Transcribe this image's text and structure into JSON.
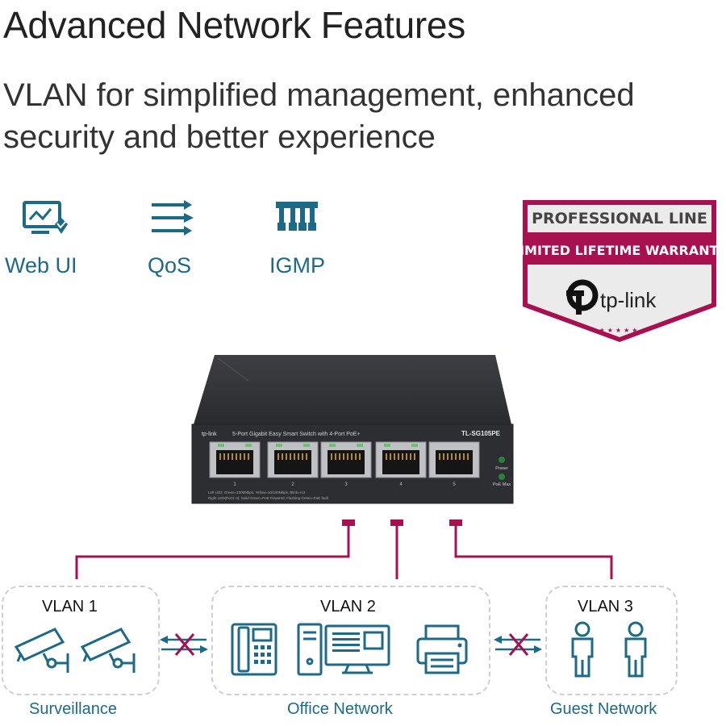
{
  "header": {
    "title": "Advanced Network Features",
    "subtitle_line1": "VLAN for simplified management, enhanced",
    "subtitle_line2": "security and better experience"
  },
  "features": [
    {
      "label": "Web UI",
      "icon": "web-ui-icon"
    },
    {
      "label": "QoS",
      "icon": "qos-icon"
    },
    {
      "label": "IGMP",
      "icon": "igmp-icon"
    }
  ],
  "badge": {
    "line1": "PROFESSIONAL LINE",
    "line2": "LIMITED LIFETIME WARRANTY",
    "brand": "tp-link",
    "stars": "★★★★★",
    "colors": {
      "crimson": "#a8104f",
      "silver": "#e9e9ea"
    }
  },
  "switch": {
    "brand": "tp-link",
    "description": "5-Port Gigabit Easy Smart Switch with 4-Port PoE+",
    "model": "TL-SG105PE",
    "port_numbers": [
      "1",
      "2",
      "3",
      "4",
      "5"
    ],
    "power_label": "Power",
    "poe_max_label": "PoE Max",
    "led_note_1": "Left LED: Green=1000Mbps, Yellow=10/100Mbps, Blink=Act",
    "led_note_2": "Right LED(Port1-4): Solid Green=PoE Powered, Flashing Green=PoE fault"
  },
  "vlans": [
    {
      "name": "VLAN 1",
      "group": "Surveillance"
    },
    {
      "name": "VLAN 2",
      "group": "Office Network"
    },
    {
      "name": "VLAN 3",
      "group": "Guest Network"
    }
  ],
  "colors": {
    "accent": "#1d6a86",
    "link_line": "#a8104f"
  }
}
